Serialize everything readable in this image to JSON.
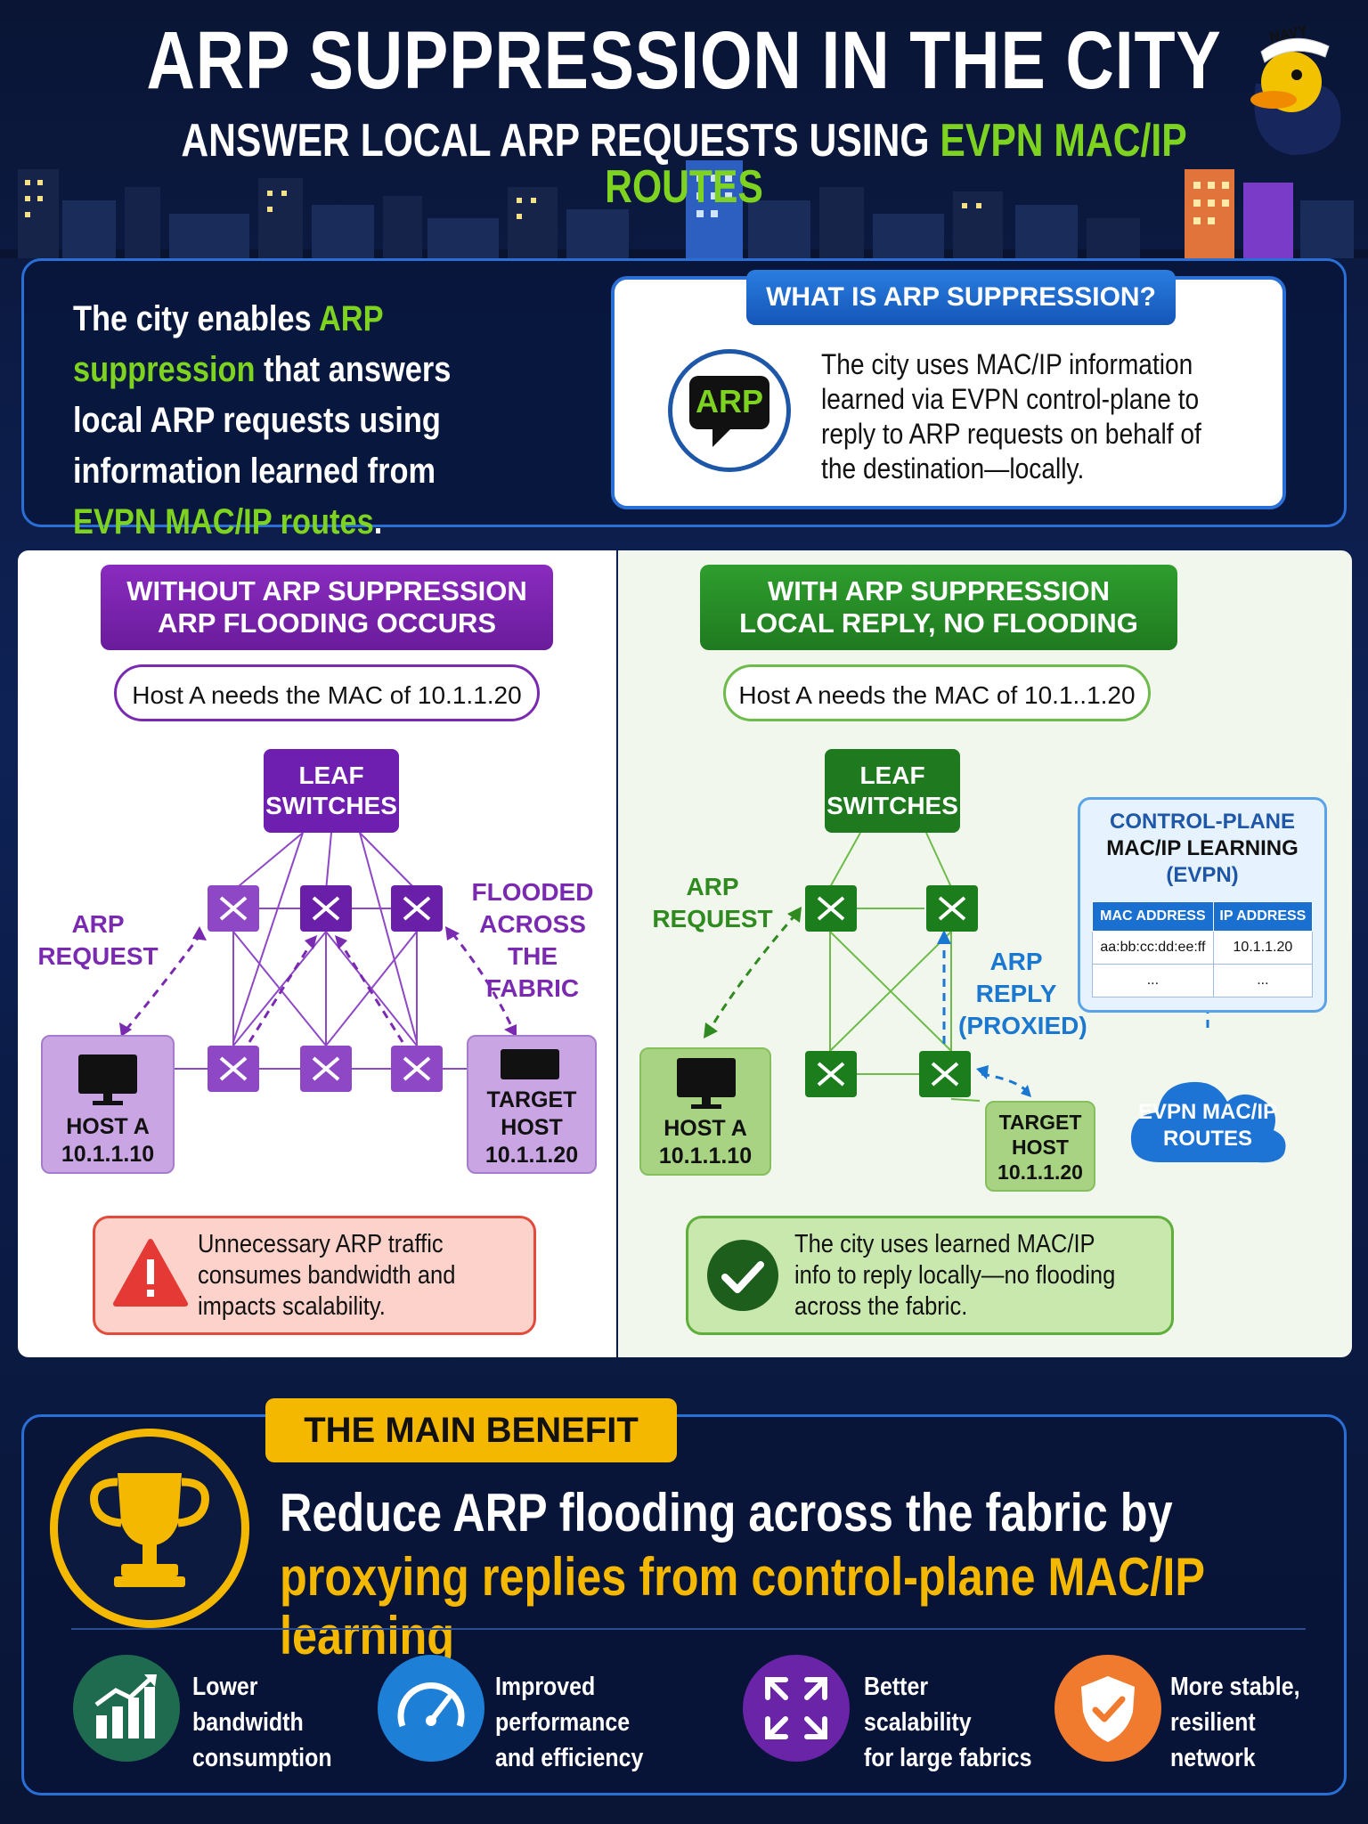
{
  "header": {
    "title": "ARP SUPPRESSION IN THE CITY",
    "subtitle_prefix": "ANSWER LOCAL ARP REQUESTS USING ",
    "subtitle_highlight": "EVPN MAC/IP ROUTES",
    "mascot_label": "NAVY"
  },
  "intro": {
    "text_1": "The city enables ",
    "highlight_1": "ARP suppression",
    "text_2": " that answers local ARP requests using information learned from ",
    "highlight_2": "EVPN MAC/IP routes",
    "text_3": "."
  },
  "what_is": {
    "label": "WHAT IS ARP SUPPRESSION?",
    "icon_text": "ARP",
    "description": "The city uses MAC/IP information learned via EVPN control-plane to reply to ARP requests on behalf of the destination—locally."
  },
  "without": {
    "header_line1": "WITHOUT ARP SUPPRESSION",
    "header_line2": "ARP FLOODING OCCURS",
    "pill": "Host A needs the MAC of 10.1.1.20",
    "leaf_line1": "LEAF",
    "leaf_line2": "SWITCHES",
    "arp_request_line1": "ARP",
    "arp_request_line2": "REQUEST",
    "flooded_line1": "FLOODED",
    "flooded_line2": "ACROSS THE",
    "flooded_line3": "FABRIC",
    "host_a_name": "HOST A",
    "host_a_ip": "10.1.1.10",
    "target_line1": "TARGET",
    "target_line2": "HOST",
    "target_ip": "10.1.1.20",
    "warning": "Unnecessary ARP traffic consumes bandwidth and impacts scalability."
  },
  "with": {
    "header_line1": "WITH ARP SUPPRESSION",
    "header_line2": "LOCAL REPLY, NO FLOODING",
    "pill": "Host A needs the MAC of 10.1..1.20",
    "leaf_line1": "LEAF",
    "leaf_line2": "SWITCHES",
    "arp_request_line1": "ARP",
    "arp_request_line2": "REQUEST",
    "arp_reply_line1": "ARP",
    "arp_reply_line2": "REPLY",
    "arp_reply_line3": "(PROXIED)",
    "host_a_name": "HOST A",
    "host_a_ip": "10.1.1.10",
    "target_line1": "TARGET",
    "target_line2": "HOST",
    "target_ip": "10.1.1.20",
    "ok": "The city uses learned MAC/IP info to reply locally—no flooding across the fabric."
  },
  "control_plane": {
    "title_line1": "CONTROL-PLANE",
    "title_line2": "MAC/IP LEARNING",
    "title_line3": "(EVPN)",
    "columns": [
      "MAC ADDRESS",
      "IP ADDRESS"
    ],
    "rows": [
      [
        "aa:bb:cc:dd:ee:ff",
        "10.1.1.20"
      ],
      [
        "...",
        "..."
      ]
    ],
    "cloud_line1": "EVPN MAC/IP",
    "cloud_line2": "ROUTES"
  },
  "benefit": {
    "label": "THE MAIN BENEFIT",
    "line1": "Reduce ARP flooding across the fabric by",
    "line2": "proxying replies from control-plane MAC/IP learning",
    "items": [
      {
        "line1": "Lower bandwidth",
        "line2": "consumption",
        "icon": "bar-chart-icon",
        "color": "#1f6b4f"
      },
      {
        "line1": "Improved performance",
        "line2": "and efficiency",
        "icon": "speedometer-icon",
        "color": "#1e7fd6"
      },
      {
        "line1": "Better scalability",
        "line2": "for large fabrics",
        "icon": "expand-arrows-icon",
        "color": "#6a24a8"
      },
      {
        "line1": "More stable,",
        "line2": "resilient network",
        "icon": "shield-check-icon",
        "color": "#f07a2e"
      }
    ]
  },
  "colors": {
    "accent_green": "#7ed321",
    "accent_yellow": "#f5b800",
    "purple": "#6e1fb0",
    "dark_green": "#1f7a1f",
    "blue": "#1e56a8"
  }
}
